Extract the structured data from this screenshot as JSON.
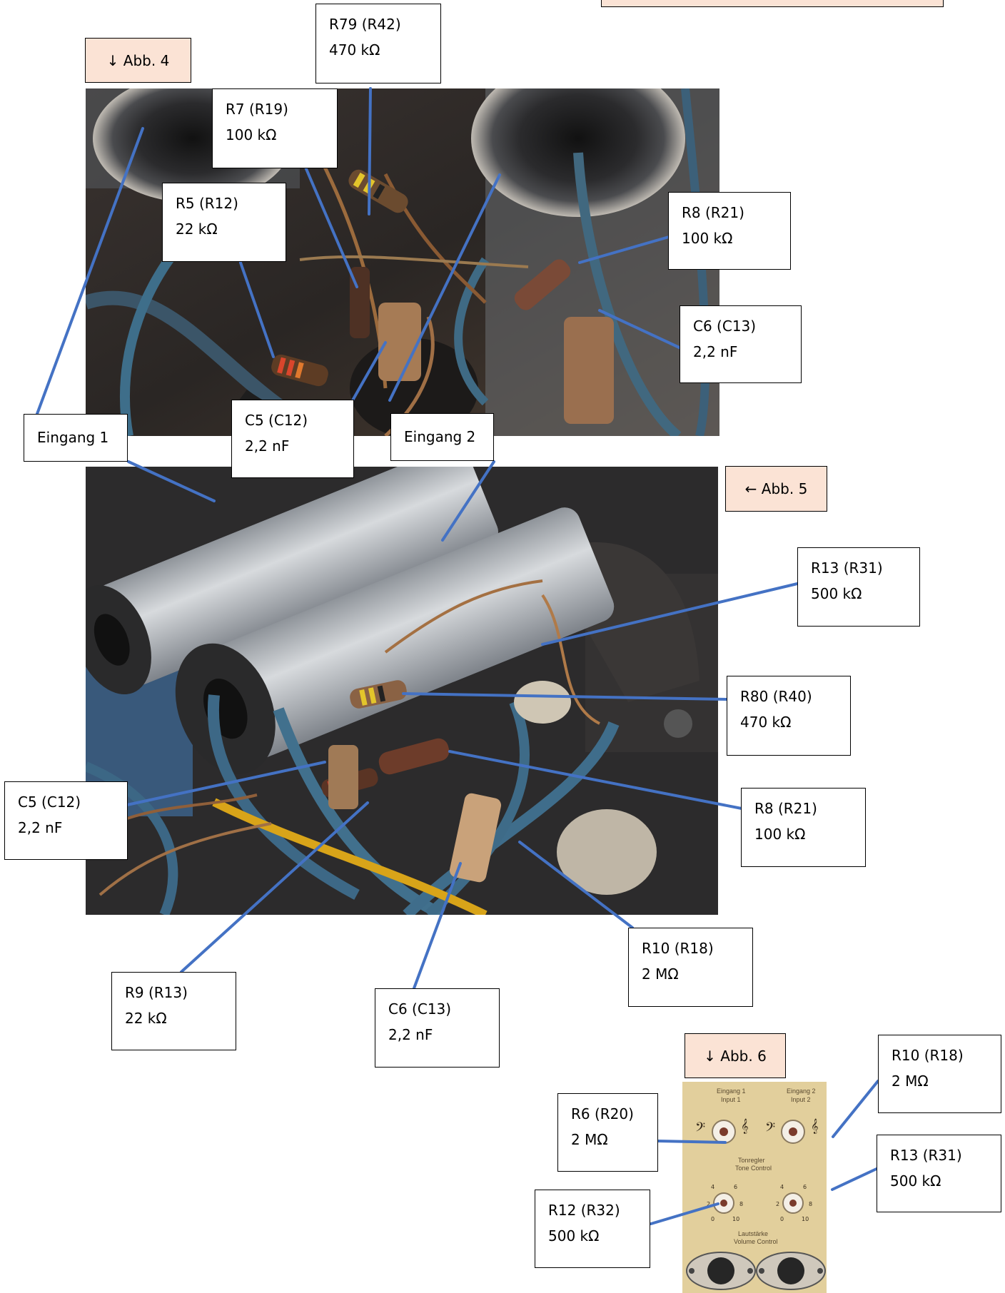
{
  "figures": {
    "abb4": "↓ Abb. 4",
    "abb5": "← Abb. 5",
    "abb6": "↓ Abb. 6"
  },
  "top_box": "",
  "panel_labels": {
    "eingang1": "Eingang 1",
    "input1": "Input 1",
    "eingang2": "Eingang 2",
    "input2": "Input 2",
    "tone_de": "Tonregler",
    "tone_en": "Tone Control",
    "vol_de": "Lautstärke",
    "vol_en": "Volume Control"
  },
  "callouts": {
    "r79": {
      "name": "R79 (R42)",
      "value": "470 kΩ"
    },
    "r7": {
      "name": "R7 (R19)",
      "value": "100 kΩ"
    },
    "r5": {
      "name": "R5 (R12)",
      "value": "22 kΩ"
    },
    "r8a": {
      "name": "R8 (R21)",
      "value": "100 kΩ"
    },
    "c6a": {
      "name": "C6 (C13)",
      "value": "2,2 nF"
    },
    "c5a": {
      "name": "C5 (C12)",
      "value": "2,2 nF"
    },
    "eing1": {
      "name": "Eingang 1"
    },
    "eing2": {
      "name": "Eingang 2"
    },
    "r13a": {
      "name": "R13 (R31)",
      "value": "500 kΩ"
    },
    "r80": {
      "name": "R80 (R40)",
      "value": "470 kΩ"
    },
    "c5b": {
      "name": "C5 (C12)",
      "value": "2,2 nF"
    },
    "r8b": {
      "name": "R8 (R21)",
      "value": "100 kΩ"
    },
    "r10a": {
      "name": "R10 (R18)",
      "value": "2 MΩ"
    },
    "r9": {
      "name": "R9 (R13)",
      "value": "22 kΩ"
    },
    "c6b": {
      "name": "C6 (C13)",
      "value": "2,2 nF"
    },
    "r10b": {
      "name": "R10 (R18)",
      "value": "2 MΩ"
    },
    "r6": {
      "name": "R6 (R20)",
      "value": "2 MΩ"
    },
    "r13b": {
      "name": "R13 (R31)",
      "value": "500 kΩ"
    },
    "r12": {
      "name": "R12 (R32)",
      "value": "500 kΩ"
    }
  },
  "colors": {
    "leader": "#4472c4",
    "figure_tag": "#fbe3d5",
    "panel": "#e2cf9c"
  }
}
